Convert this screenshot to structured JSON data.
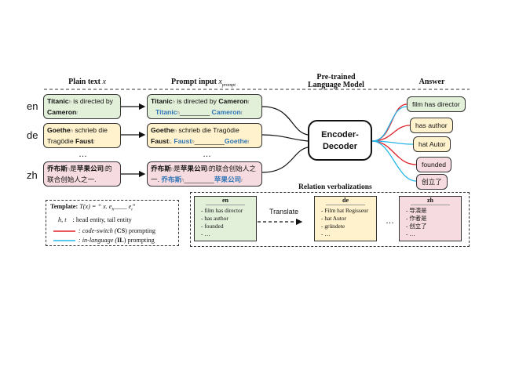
{
  "headers": {
    "plain": "Plain text",
    "plain_var": "x",
    "prompt": "Prompt input",
    "prompt_var": "x",
    "prompt_var_sub": "prompt",
    "model_line1": "Pre-trained",
    "model_line2": "Language Model",
    "answer": "Answer"
  },
  "languages": [
    "en",
    "de",
    "zh"
  ],
  "ellipsis": "…",
  "sub_h": "h",
  "sub_t": "t",
  "plain": {
    "en": {
      "head": "Titanic",
      "mid": "is directed by",
      "tail": "Cameron"
    },
    "de": {
      "head": "Goethe",
      "mid": "schrieb die Tragödie",
      "tail": "Faust"
    },
    "zh": {
      "head": "乔布斯",
      "mid": "是",
      "tail": "苹果公司",
      "rest": "的联合创始人之一."
    }
  },
  "prompt": {
    "en": {
      "head": "Titanic",
      "mid": "is directed by",
      "tail": "Cameron",
      "blank": "________"
    },
    "de": {
      "head": "Goethe",
      "mid": "schrieb die Tragödie",
      "tail": "Faust",
      "blank": "________"
    },
    "zh": {
      "head": "乔布斯",
      "mid": "是",
      "tail": "苹果公司",
      "rest": "的联合创始人之一.",
      "blank": "________"
    }
  },
  "model": {
    "line1": "Encoder-",
    "line2": "Decoder"
  },
  "answers": [
    "film has director",
    "has author",
    "hat Autor",
    "founded",
    "创立了"
  ],
  "relation_title": "Relation verbalizations",
  "translate": "Translate",
  "rv": {
    "en": {
      "title": "en",
      "items": [
        "film has director",
        "has author",
        "founded",
        "…"
      ]
    },
    "de": {
      "title": "de",
      "items": [
        "Film hat Regisseur",
        "hat Autor",
        "gründete",
        "…"
      ]
    },
    "zh": {
      "title": "zh",
      "items": [
        "导演是",
        "作者是",
        "创立了",
        "…"
      ]
    }
  },
  "legend": {
    "template_label": "Template:",
    "template_formula": "T(x) = “ x. e",
    "template_blank": "____",
    "template_end": "e",
    "ht": "h, t",
    "ht_desc": ": head entity, tail entity",
    "cs_desc_pre": ": code-switch (",
    "cs_abbr": "CS",
    "cs_desc_post": ") prompting",
    "il_desc_pre": ": in-language (",
    "il_abbr": "IL",
    "il_desc_post": ") prompting"
  },
  "colors": {
    "cs": "#e0202a",
    "il": "#25b5e8",
    "green": "#e2efd9",
    "yellow": "#fff2cc",
    "pink": "#f6dbe0"
  }
}
